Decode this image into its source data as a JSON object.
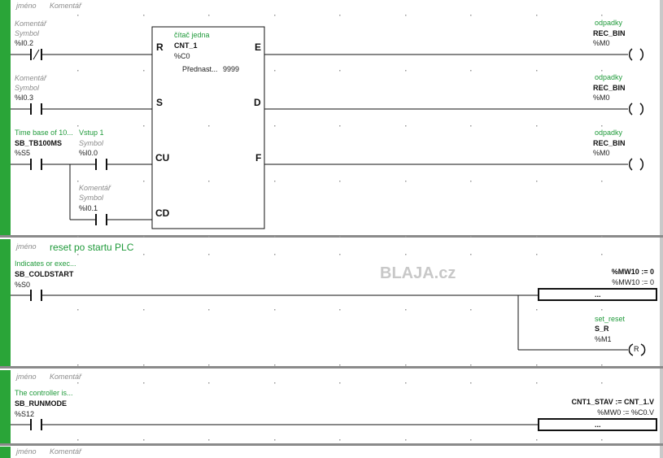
{
  "rung1": {
    "name_label": "jméno",
    "comment_label": "Komentář",
    "contact_reset": {
      "comment": "Komentář",
      "symbol": "Symbol",
      "address": "%I0.2"
    },
    "contact_set": {
      "comment": "Komentář",
      "symbol": "Symbol",
      "address": "%I0.3"
    },
    "contact_timebase": {
      "comment": "Time base of 10...",
      "symbol": "SB_TB100MS",
      "address": "%S5"
    },
    "contact_cu": {
      "comment": "Vstup 1",
      "symbol": "Symbol",
      "address": "%I0.0"
    },
    "contact_cd": {
      "comment": "Komentář",
      "symbol": "Symbol",
      "address": "%I0.1"
    },
    "counter": {
      "comment": "čítač jedna",
      "name": "CNT_1",
      "address": "%C0",
      "preset_label": "Přednast...",
      "preset_value": "9999",
      "pins": {
        "r": "R",
        "s": "S",
        "cu": "CU",
        "cd": "CD",
        "e": "E",
        "d": "D",
        "f": "F"
      }
    },
    "coil_e": {
      "comment": "odpadky",
      "symbol": "REC_BIN",
      "address": "%M0"
    },
    "coil_d": {
      "comment": "odpadky",
      "symbol": "REC_BIN",
      "address": "%M0"
    },
    "coil_f": {
      "comment": "odpadky",
      "symbol": "REC_BIN",
      "address": "%M0"
    }
  },
  "rung2": {
    "name_label": "jméno",
    "comment_text": "reset po startu PLC",
    "watermark": "BLAJA.cz",
    "contact": {
      "comment": "Indicates or exec...",
      "symbol": "SB_COLDSTART",
      "address": "%S0"
    },
    "operate": {
      "expression": "%MW10 := 0",
      "address_expression": "%MW10 := 0",
      "ellipsis": "..."
    },
    "reset_coil": {
      "comment": "set_reset",
      "symbol": "S_R",
      "address": "%M1",
      "glyph": "R"
    }
  },
  "rung3": {
    "name_label": "jméno",
    "comment_label": "Komentář",
    "contact": {
      "comment": "The controller is...",
      "symbol": "SB_RUNMODE",
      "address": "%S12"
    },
    "operate": {
      "expression": "CNT1_STAV := CNT_1.V",
      "address_expression": "%MW0 := %C0.V",
      "ellipsis": "..."
    }
  },
  "rung4": {
    "name_label": "jméno",
    "comment_label": "Komentář"
  },
  "colors": {
    "rail": "#2aa538",
    "comment_green": "#1f9a3a",
    "comment_gray": "#8c8c8c",
    "separator": "#8a8a8a"
  }
}
